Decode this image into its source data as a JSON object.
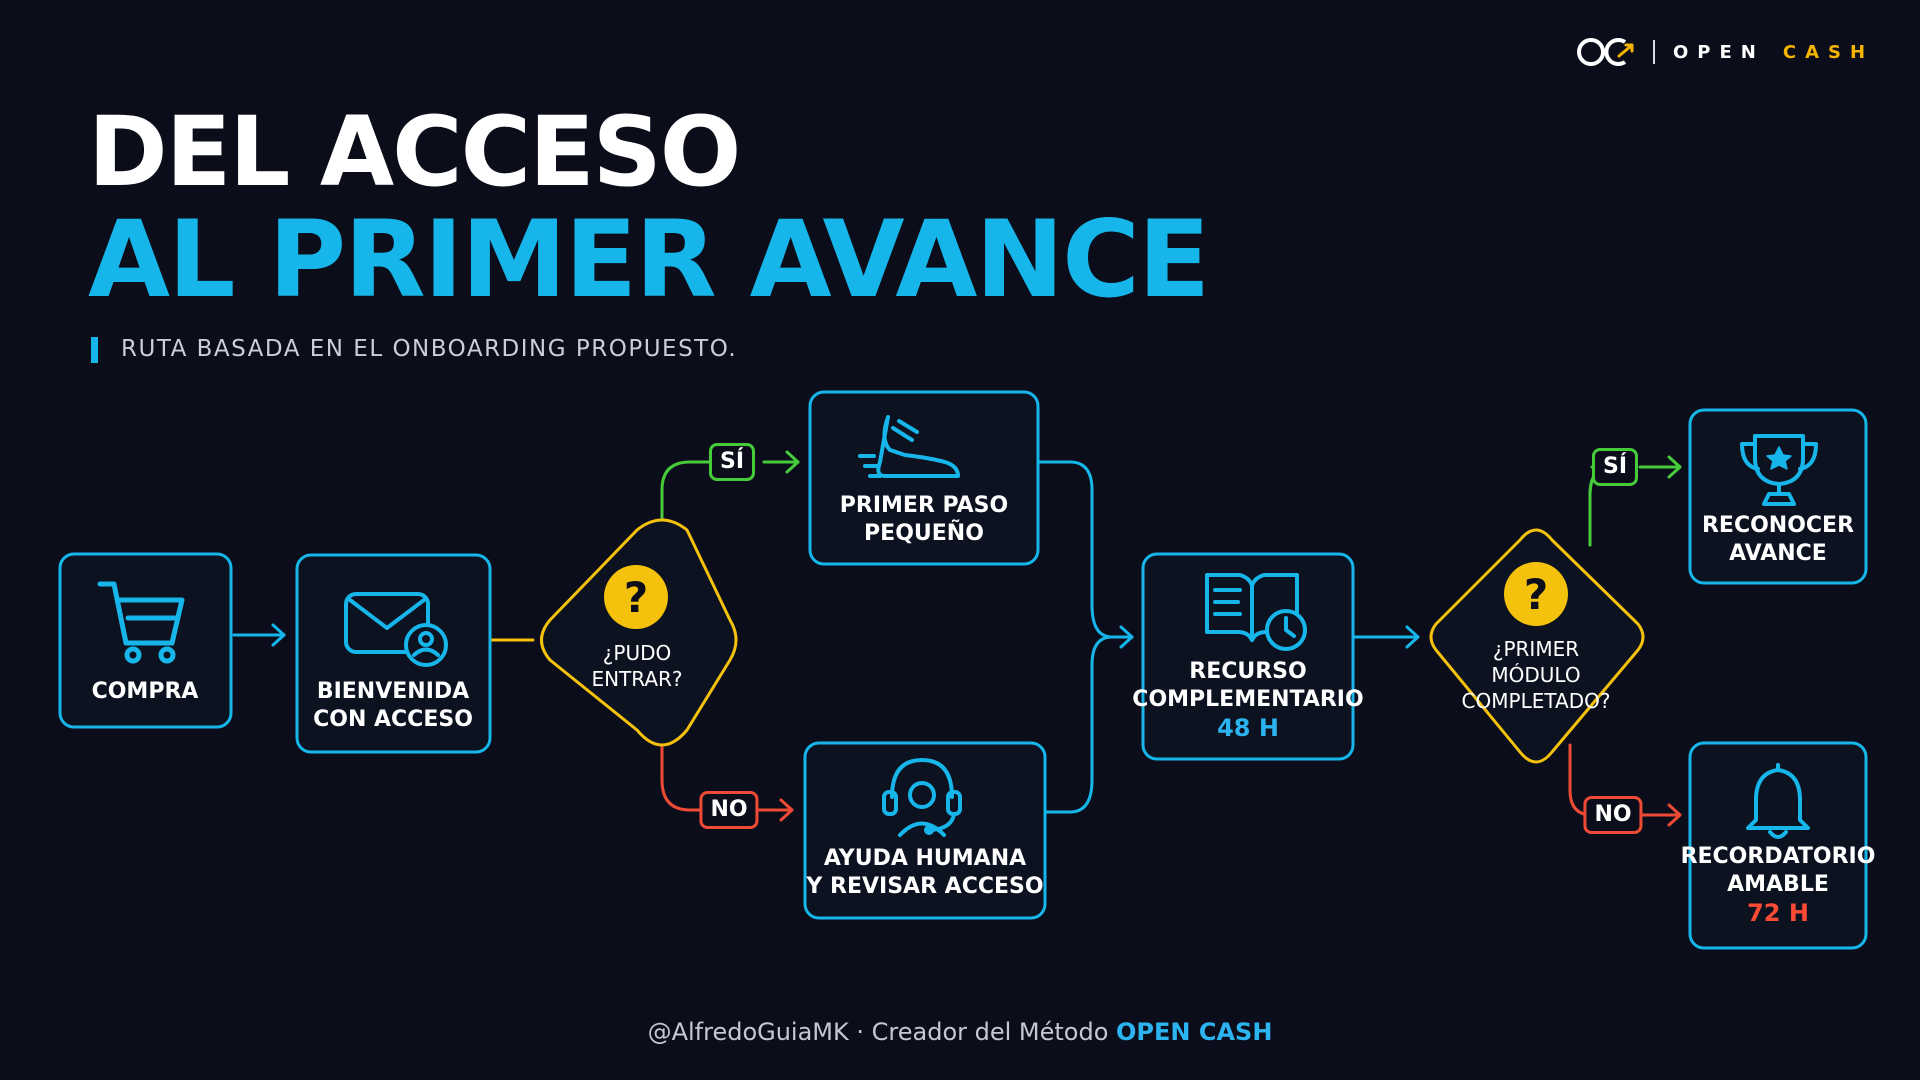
{
  "brand": {
    "open": "OPEN",
    "cash": "CASH"
  },
  "title": {
    "line1": "DEL ACCESO",
    "line2": "AL PRIMER AVANCE"
  },
  "subtitle": "RUTA BASADA EN EL ONBOARDING PROPUESTO.",
  "nodes": {
    "compra": {
      "line1": "COMPRA"
    },
    "bienvenida": {
      "line1": "BIENVENIDA",
      "line2": "CON ACCESO"
    },
    "pudo_entrar": {
      "line1": "¿PUDO",
      "line2": "ENTRAR?"
    },
    "primer_paso": {
      "line1": "PRIMER PASO",
      "line2": "PEQUEÑO"
    },
    "ayuda_humana": {
      "line1": "AYUDA HUMANA",
      "line2": "Y REVISAR ACCESO"
    },
    "recurso": {
      "line1": "RECURSO",
      "line2": "COMPLEMENTARIO",
      "time": "48 H"
    },
    "primer_modulo": {
      "line1": "¿PRIMER",
      "line2": "MÓDULO",
      "line3": "COMPLETADO?"
    },
    "reconocer": {
      "line1": "RECONOCER",
      "line2": "AVANCE"
    },
    "recordatorio": {
      "line1": "RECORDATORIO",
      "line2": "AMABLE",
      "time": "72 H"
    }
  },
  "tags": {
    "yes": "SÍ",
    "no": "NO"
  },
  "footer": {
    "handle": "@AlfredoGuiaMK · Creador del Método ",
    "brand": "OPEN CASH"
  },
  "colors": {
    "accent_blue": "#17b6ea",
    "decision_yellow": "#f4c20d",
    "yes_green": "#46cc3a",
    "no_red": "#ef4a36",
    "background": "#0b0e1a"
  },
  "icons": [
    "logo-oc-icon",
    "cart-icon",
    "envelope-user-icon",
    "question-icon",
    "shoe-icon",
    "headset-icon",
    "book-clock-icon",
    "trophy-icon",
    "bell-icon"
  ]
}
